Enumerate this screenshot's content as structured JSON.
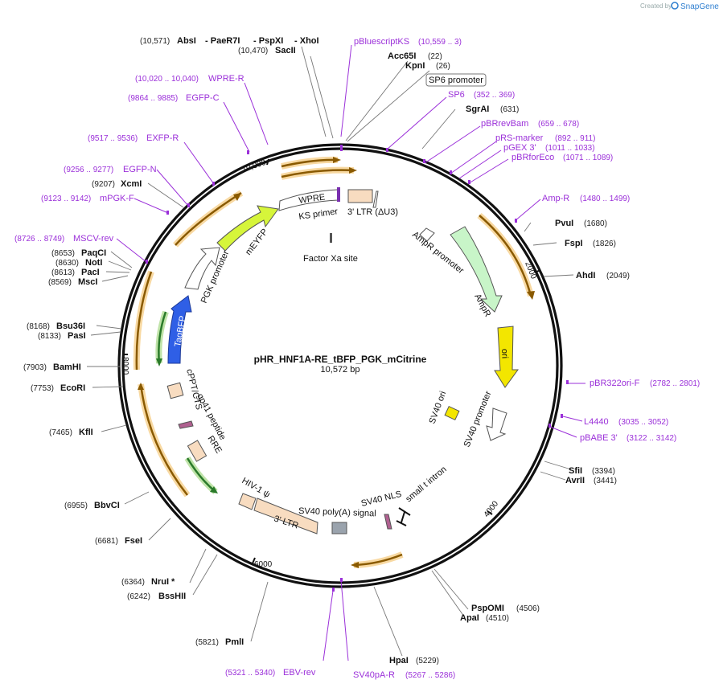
{
  "credit": {
    "prefix": "Created by",
    "brand": "SnapGene"
  },
  "plasmid": {
    "name": "pHR_HNF1A-RE_tBFP_PGK_mCitrine",
    "length": "10,572 bp"
  },
  "ticks": [
    "10,000",
    "2000",
    "4000",
    "6000",
    "8000"
  ],
  "enzymes": [
    {
      "name": "AbsI",
      "pos": "(10,571)"
    },
    {
      "name": "PaeR7I",
      "pos": ""
    },
    {
      "name": "PspXI",
      "pos": ""
    },
    {
      "name": "XhoI",
      "pos": ""
    },
    {
      "name": "SacII",
      "pos": "(10,470)"
    },
    {
      "name": "Acc65I",
      "pos": "(22)"
    },
    {
      "name": "KpnI",
      "pos": "(26)"
    },
    {
      "name": "SgrAI",
      "pos": "(631)"
    },
    {
      "name": "PvuI",
      "pos": "(1680)"
    },
    {
      "name": "FspI",
      "pos": "(1826)"
    },
    {
      "name": "AhdI",
      "pos": "(2049)"
    },
    {
      "name": "SfiI",
      "pos": "(3394)"
    },
    {
      "name": "AvrII",
      "pos": "(3441)"
    },
    {
      "name": "PspOMI",
      "pos": "(4506)"
    },
    {
      "name": "ApaI",
      "pos": "(4510)"
    },
    {
      "name": "HpaI",
      "pos": "(5229)"
    },
    {
      "name": "PmlI",
      "pos": "(5821)"
    },
    {
      "name": "BssHII",
      "pos": "(6242)"
    },
    {
      "name": "NruI *",
      "pos": "(6364)"
    },
    {
      "name": "FseI",
      "pos": "(6681)"
    },
    {
      "name": "BbvCI",
      "pos": "(6955)"
    },
    {
      "name": "KflI",
      "pos": "(7465)"
    },
    {
      "name": "EcoRI",
      "pos": "(7753)"
    },
    {
      "name": "BamHI",
      "pos": "(7903)"
    },
    {
      "name": "PasI",
      "pos": "(8133)"
    },
    {
      "name": "Bsu36I",
      "pos": "(8168)"
    },
    {
      "name": "MscI",
      "pos": "(8569)"
    },
    {
      "name": "PacI",
      "pos": "(8613)"
    },
    {
      "name": "NotI",
      "pos": "(8630)"
    },
    {
      "name": "PaqCI",
      "pos": "(8653)"
    },
    {
      "name": "XcmI",
      "pos": "(9207)"
    }
  ],
  "primers": [
    {
      "name": "pBluescriptKS",
      "pos": "(10,559 .. 3)"
    },
    {
      "name": "SP6",
      "pos": "(352 .. 369)"
    },
    {
      "name": "pBRrevBam",
      "pos": "(659 .. 678)"
    },
    {
      "name": "pRS-marker",
      "pos": "(892 .. 911)"
    },
    {
      "name": "pGEX 3'",
      "pos": "(1011 .. 1033)"
    },
    {
      "name": "pBRforEco",
      "pos": "(1071 .. 1089)"
    },
    {
      "name": "Amp-R",
      "pos": "(1480 .. 1499)"
    },
    {
      "name": "pBR322ori-F",
      "pos": "(2782 .. 2801)"
    },
    {
      "name": "L4440",
      "pos": "(3035 .. 3052)"
    },
    {
      "name": "pBABE 3'",
      "pos": "(3122 .. 3142)"
    },
    {
      "name": "SV40pA-R",
      "pos": "(5267 .. 5286)"
    },
    {
      "name": "EBV-rev",
      "pos": "(5321 .. 5340)"
    },
    {
      "name": "MSCV-rev",
      "pos": "(8726 .. 8749)"
    },
    {
      "name": "mPGK-F",
      "pos": "(9123 .. 9142)"
    },
    {
      "name": "EGFP-N",
      "pos": "(9256 .. 9277)"
    },
    {
      "name": "EXFP-R",
      "pos": "(9517 .. 9536)"
    },
    {
      "name": "EGFP-C",
      "pos": "(9864 .. 9885)"
    },
    {
      "name": "WPRE-R",
      "pos": "(10,020 .. 10,040)"
    }
  ],
  "features": {
    "sp6_promoter": "SP6 promoter",
    "wpre": "WPRE",
    "ks_primer": "KS primer",
    "ltr3_du3": "3' LTR (ΔU3)",
    "factor_xa": "Factor Xa site",
    "ampr_promoter": "AmpR promoter",
    "ampr": "AmpR",
    "ori": "ori",
    "sv40_ori": "SV40 ori",
    "sv40_promoter": "SV40 promoter",
    "small_t_intron": "small t intron",
    "sv40_nls": "SV40 NLS",
    "sv40_polya": "SV40 poly(A) signal",
    "ltr3": "3' LTR",
    "hiv_psi": "HIV-1 ψ",
    "rre": "RRE",
    "gp41": "gp41 peptide",
    "cppt": "cPPT/CTS",
    "tagbfp": "TagBFP",
    "pgk_promoter": "PGK promoter",
    "meyfp": "mEYFP"
  },
  "colors": {
    "backbone": "#111111",
    "primer": "#9b30d9",
    "orf_arrow_fill": "#f2a500",
    "orf_highlight": "#f8d9a2",
    "green_highlight": "#bfe3a8",
    "tagbfp": "#2f5fe6",
    "meyfp": "#d6f53a",
    "ampr": "#c8f5c8",
    "ori": "#f3e600",
    "ltr": "#f8dcc0",
    "polya": "#9aa3ad",
    "gp41": "#b06090"
  }
}
